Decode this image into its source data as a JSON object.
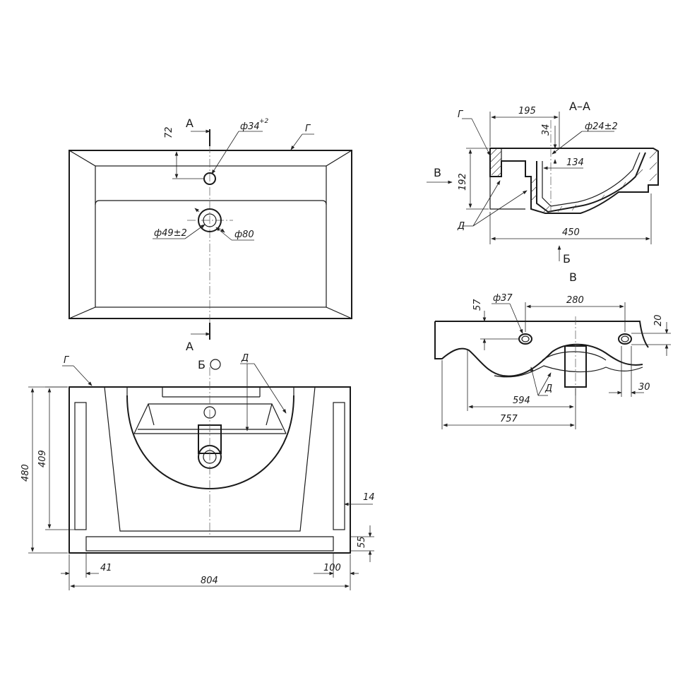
{
  "plan_view": {
    "section_mark": "А",
    "dim_72": "72",
    "dim_phi34": "ф34",
    "dim_phi34_tol": "+2",
    "callout_g": "Г",
    "dim_phi49": "ф49±2",
    "dim_phi80": "ф80"
  },
  "front_view": {
    "view_label": "Б",
    "callout_g": "Г",
    "callout_d": "Д",
    "dim_480": "480",
    "dim_409": "409",
    "dim_14": "14",
    "dim_55": "55",
    "dim_41": "41",
    "dim_100": "100",
    "dim_804": "804"
  },
  "section_view": {
    "title": "А–А",
    "dim_195": "195",
    "dim_34": "34",
    "dim_phi24": "ф24±2",
    "dim_134": "134",
    "dim_192": "192",
    "dim_450": "450",
    "arrow_v": "В",
    "arrow_b": "Б",
    "callout_g": "Г",
    "callout_d": "Д"
  },
  "side_view": {
    "title": "В",
    "dim_57": "57",
    "dim_phi37": "ф37",
    "dim_280": "280",
    "dim_20": "20",
    "dim_30": "30",
    "dim_594": "594",
    "dim_757": "757",
    "callout_d": "Д"
  }
}
